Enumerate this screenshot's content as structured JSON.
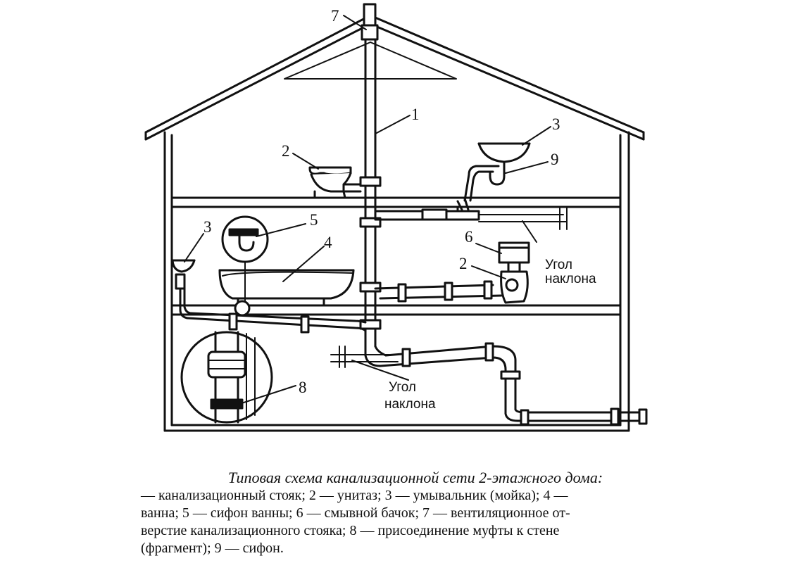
{
  "callouts": {
    "n1": "1",
    "n2a": "2",
    "n2b": "2",
    "n3a": "3",
    "n3b": "3",
    "n4": "4",
    "n5": "5",
    "n6": "6",
    "n7": "7",
    "n8": "8",
    "n9": "9"
  },
  "slope_label_upper": {
    "line1": "Угол",
    "line2": "наклона"
  },
  "slope_label_lower": {
    "line1": "Угол",
    "line2": "наклона"
  },
  "caption": {
    "title": "Типовая схема канализационной сети 2-этажного дома:",
    "lines": [
      "— канализационный стояк; 2 — унитаз; 3 — умывальник (мойка); 4 —",
      "ванна; 5 — сифон ванны; 6 — смывной бачок; 7 — вентиляционное от-",
      "верстие канализационного стояка; 8 — присоединение муфты к стене",
      "(фрагмент); 9 — сифон."
    ]
  }
}
